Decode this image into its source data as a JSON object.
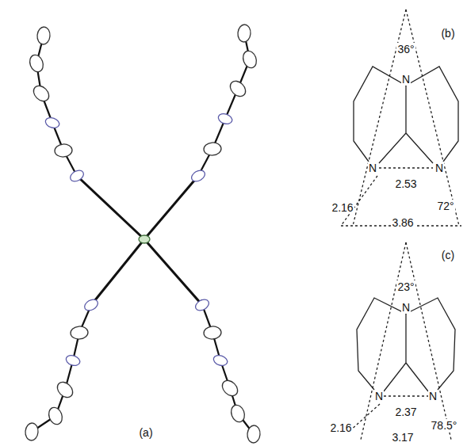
{
  "diagram": {
    "labels": [
      "(b)",
      "36°",
      "N",
      "N",
      "N",
      "2.53",
      "2.16",
      "72°",
      "3.86",
      "(c)",
      "23°",
      "N",
      "N",
      "N",
      "2.37",
      "2.16",
      "78.5°",
      "3.17",
      "(a)"
    ]
  }
}
